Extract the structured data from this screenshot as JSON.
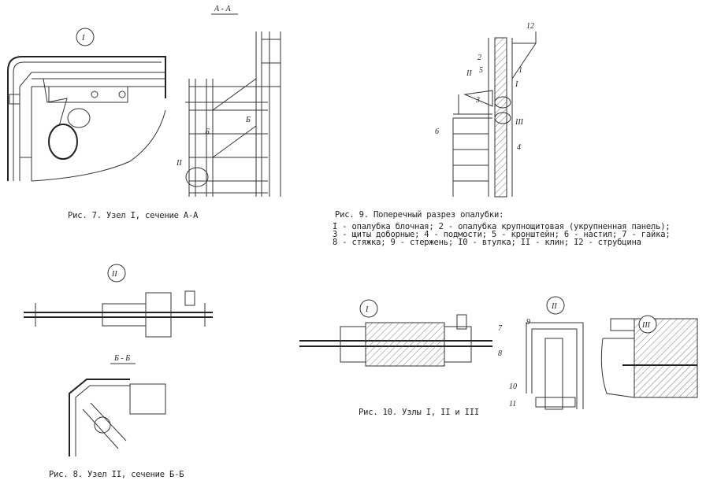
{
  "fig7": {
    "node_label": "I",
    "section_title": "А - А",
    "cut_mark_left": "Б",
    "cut_mark_right": "Б",
    "node2_label": "II",
    "caption": "Рис. 7. Узел I, сечение А-А"
  },
  "fig9": {
    "labels": [
      "12",
      "2",
      "1",
      "5",
      "II",
      "I",
      "3",
      "III",
      "6",
      "4"
    ],
    "caption_title": "Рис. 9. Поперечный разрез опалубки:",
    "legend_lines": [
      "I - опалубка блочная; 2 - опалубка крупнощитовая (укрупненная панель);",
      "3 - щиты доборные; 4 - подмости; 5 - кронштейн; 6 - настил; 7 - гайка;",
      "8 - стяжка; 9 - стержень; I0 - втулка; II - клин; I2 - струбцина"
    ]
  },
  "fig8": {
    "node_label": "II",
    "section_title": "Б - Б",
    "caption": "Рис. 8. Узел II, сечение Б-Б"
  },
  "fig10": {
    "node1_label": "I",
    "label_7": "7",
    "label_8": "8",
    "node2_label": "II",
    "label_9": "9",
    "label_10": "10",
    "label_11": "11",
    "node3_label": "III",
    "caption": "Рис. 10. Узлы I, II и III"
  }
}
